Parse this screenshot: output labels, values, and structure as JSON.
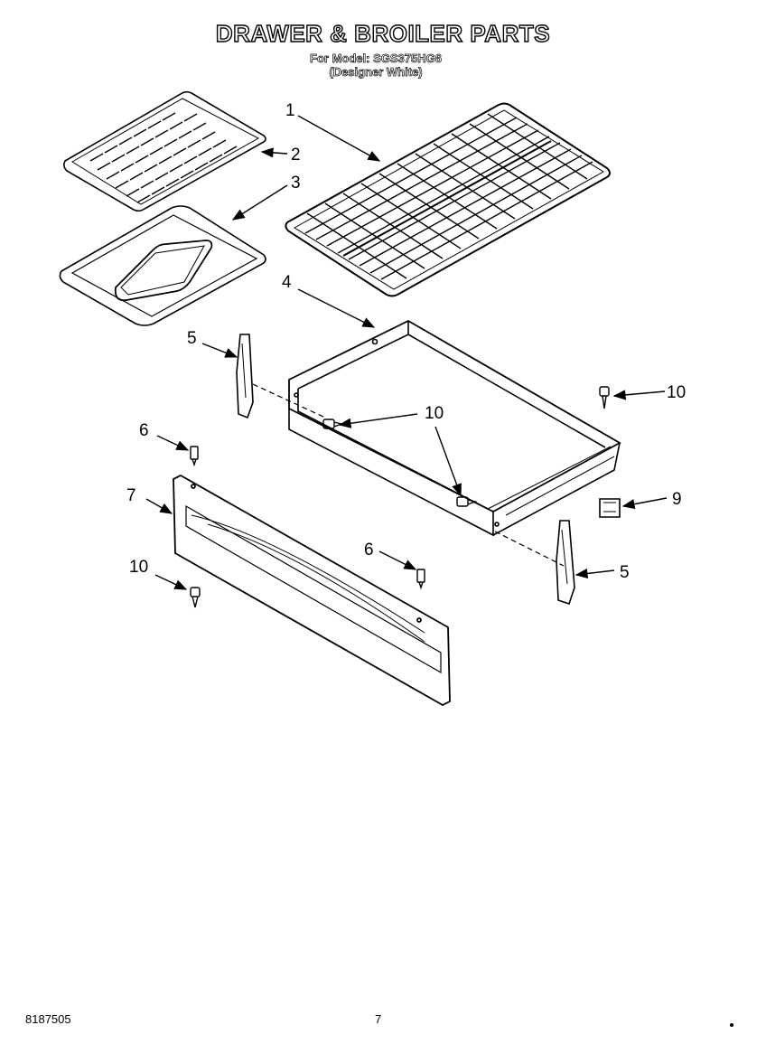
{
  "header": {
    "title": "DRAWER & BROILER PARTS",
    "model_line": "For Model: SGS375HG6",
    "color_line": "(Designer White)"
  },
  "footer": {
    "doc_number": "8187505",
    "page_number": "7"
  },
  "callouts": {
    "c1": "1",
    "c2": "2",
    "c3": "3",
    "c4": "4",
    "c5a": "5",
    "c5b": "5",
    "c6a": "6",
    "c6b": "6",
    "c7": "7",
    "c9": "9",
    "c10a": "10",
    "c10b": "10",
    "c10c": "10"
  }
}
